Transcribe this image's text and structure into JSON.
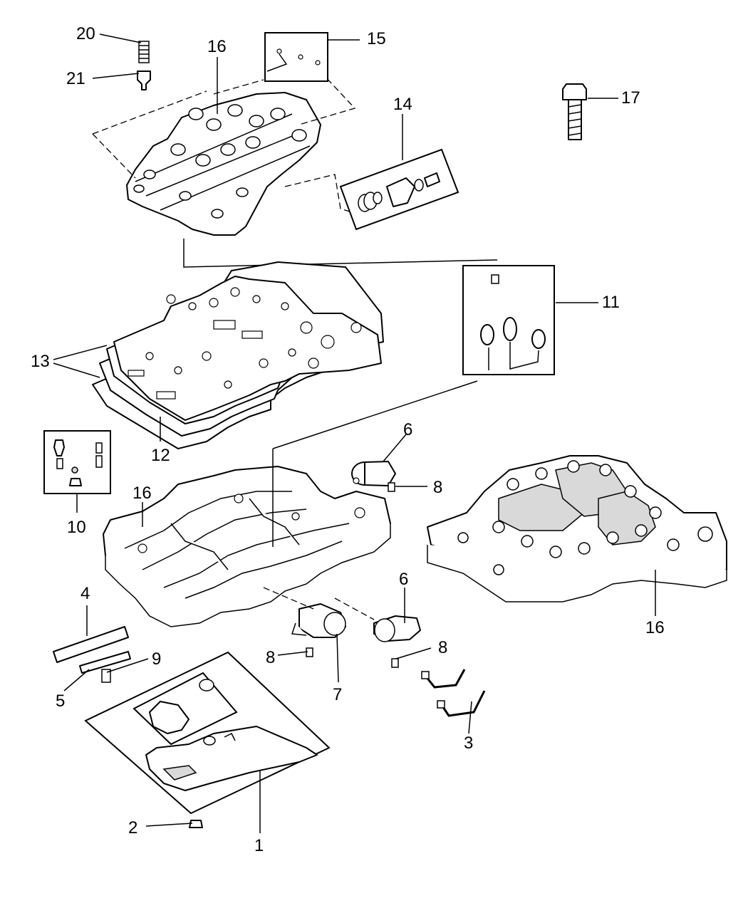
{
  "callouts": {
    "c1": "1",
    "c2": "2",
    "c3": "3",
    "c4": "4",
    "c5": "5",
    "c6a": "6",
    "c6b": "6",
    "c7": "7",
    "c8a": "8",
    "c8b": "8",
    "c8c": "8",
    "c9": "9",
    "c10": "10",
    "c11": "11",
    "c12": "12",
    "c13": "13",
    "c14": "14",
    "c15": "15",
    "c16a": "16",
    "c16b": "16",
    "c16c": "16",
    "c17": "17",
    "c20": "20",
    "c21": "21"
  }
}
